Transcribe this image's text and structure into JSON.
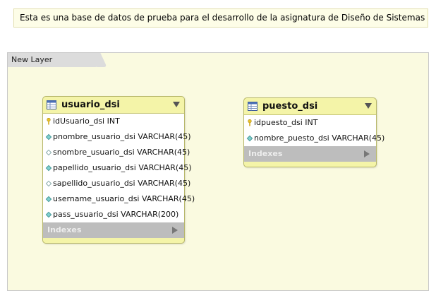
{
  "note": {
    "text": "Esta es una base de datos de prueba para el desarrollo de la asignatura de Diseño de Sistemas en Inetrnet"
  },
  "layer": {
    "name": "New Layer"
  },
  "tables": {
    "usuario": {
      "name": "usuario_dsi",
      "columns": [
        {
          "label": "idUsuario_dsi INT",
          "icon": "primary-key-icon"
        },
        {
          "label": "pnombre_usuario_dsi VARCHAR(45)",
          "icon": "not-null-column-icon"
        },
        {
          "label": "snombre_usuario_dsi VARCHAR(45)",
          "icon": "nullable-column-icon"
        },
        {
          "label": "papellido_usuario_dsi VARCHAR(45)",
          "icon": "not-null-column-icon"
        },
        {
          "label": "sapellido_usuario_dsi VARCHAR(45)",
          "icon": "nullable-column-icon"
        },
        {
          "label": "username_usuario_dsi VARCHAR(45)",
          "icon": "not-null-column-icon"
        },
        {
          "label": "pass_usuario_dsi VARCHAR(200)",
          "icon": "not-null-column-icon"
        }
      ],
      "indexes_label": "Indexes"
    },
    "puesto": {
      "name": "puesto_dsi",
      "columns": [
        {
          "label": "idpuesto_dsi INT",
          "icon": "primary-key-icon"
        },
        {
          "label": "nombre_puesto_dsi VARCHAR(45)",
          "icon": "not-null-column-icon"
        }
      ],
      "indexes_label": "Indexes"
    }
  },
  "colors": {
    "table_header": "#f4f4a8",
    "layer_background": "#fafae0",
    "indexes_bar": "#bdbdbd"
  }
}
